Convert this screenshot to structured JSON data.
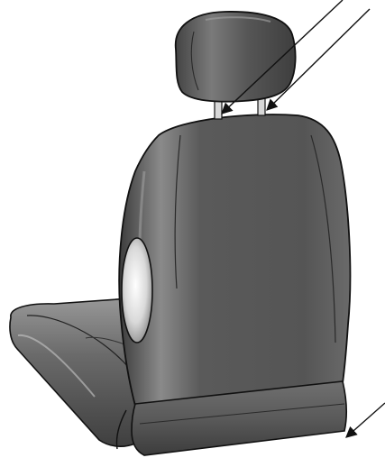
{
  "diagram": {
    "subject": "car-seat",
    "components": [
      "headrest",
      "headrest-post-left",
      "headrest-post-right",
      "backrest",
      "side-bolster-panel",
      "seat-cushion",
      "seat-base-trim"
    ],
    "callouts": [
      {
        "target": "headrest-post-left"
      },
      {
        "target": "headrest-post-right"
      },
      {
        "target": "seat-base-corner"
      }
    ],
    "colors": {
      "upholstery_dark": "#4a4a4a",
      "upholstery_mid": "#6d6d6d",
      "upholstery_light": "#9a9a9a",
      "outline": "#111111",
      "chrome": "#d8d8d8",
      "background": "#ffffff"
    }
  }
}
